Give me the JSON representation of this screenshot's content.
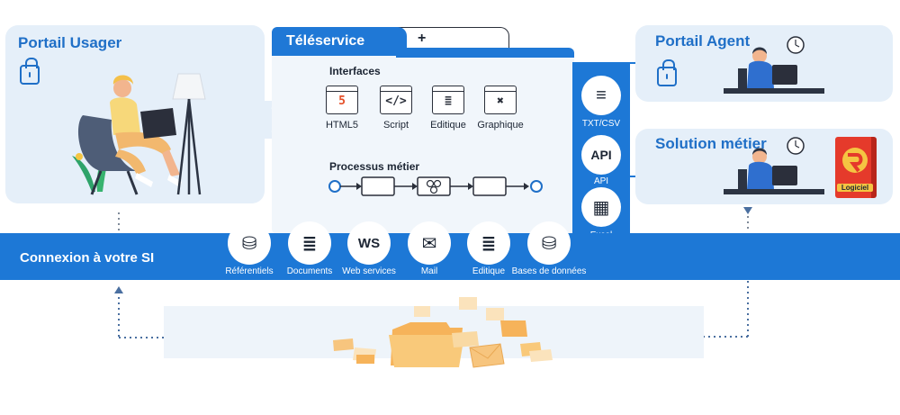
{
  "portail_usager": {
    "title": "Portail Usager"
  },
  "teleservice": {
    "tab_label": "Téléservice",
    "plus_label": "+",
    "interfaces_heading": "Interfaces",
    "interfaces": [
      {
        "label": "HTML5",
        "icon": "html5-icon",
        "glyph": "5"
      },
      {
        "label": "Script",
        "icon": "code-icon",
        "glyph": "</>"
      },
      {
        "label": "Editique",
        "icon": "document-check-icon",
        "glyph": "≣"
      },
      {
        "label": "Graphique",
        "icon": "graphic-icon",
        "glyph": "✖"
      }
    ],
    "process_heading": "Processus métier"
  },
  "formats": [
    {
      "label": "TXT/CSV",
      "icon": "text-file-icon"
    },
    {
      "label": "API",
      "icon": "api-icon"
    },
    {
      "label": "Excel",
      "icon": "spreadsheet-icon"
    }
  ],
  "portail_agent": {
    "title": "Portail Agent"
  },
  "solution_metier": {
    "title": "Solution métier",
    "box_label": "Logiciel"
  },
  "si_band": {
    "title": "Connexion à votre SI",
    "items": [
      {
        "label": "Référentiels",
        "icon": "database-network-icon"
      },
      {
        "label": "Documents",
        "icon": "document-check-icon"
      },
      {
        "label": "Web services",
        "icon": "web-services-icon",
        "badge": "WS"
      },
      {
        "label": "Mail",
        "icon": "mail-icon"
      },
      {
        "label": "Editique",
        "icon": "document-check-icon"
      },
      {
        "label": "Bases de données",
        "icon": "database-icon"
      }
    ]
  },
  "colors": {
    "brand_blue": "#1f6fc7",
    "panel_bg": "#e5eff9",
    "band_blue": "#1d78d6",
    "folder_orange": "#f7c57e"
  }
}
